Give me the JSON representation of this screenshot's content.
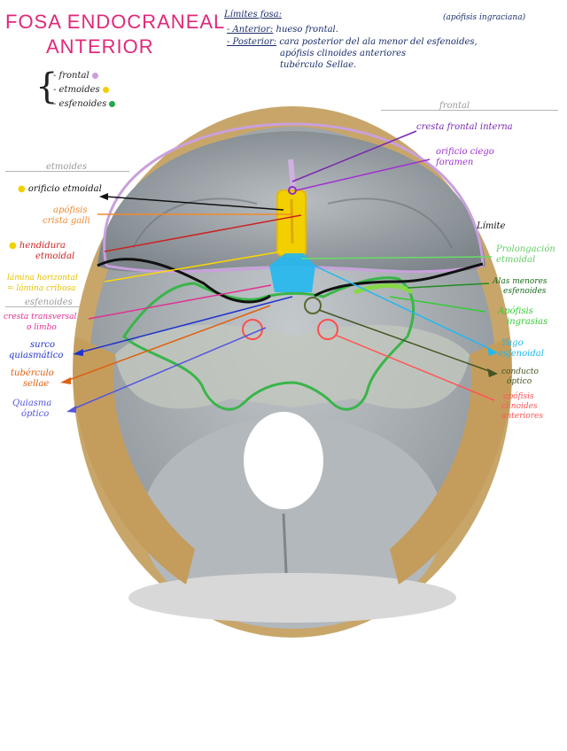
{
  "title": {
    "line1": "FOSA ENDOCRANEAL",
    "line2": "ANTERIOR"
  },
  "bones": [
    {
      "label": "- frontal",
      "color": "#c9a0dc"
    },
    {
      "label": "- etmoides",
      "color": "#f2d000"
    },
    {
      "label": "- esfenoides",
      "color": "#22aa44"
    }
  ],
  "limites": {
    "heading": "Límites fosa:",
    "anterior_key": "- Anterior:",
    "anterior_val": "hueso frontal.",
    "note": "(apófisis ingraciana)",
    "posterior_key": "- Posterior:",
    "posterior_val1": "cara posterior del ala menor del esfenoides,",
    "posterior_val2": "apófisis clinoides anteriores",
    "posterior_val3": "tubérculo Sellae."
  },
  "sections": {
    "etmoides": "etmoides",
    "esfenoides": "esfenoides",
    "frontal": "frontal"
  },
  "labels": {
    "orificio_etmoidal": "orificio etmoidal",
    "apofisis_crista_1": "apófisis",
    "apofisis_crista_2": "crista galli",
    "hendidura_1": "hendidura",
    "hendidura_2": "etmoidal",
    "lamina_1": "lámina horizontal",
    "lamina_2": "= lámina cribosa",
    "cresta_transversa_1": "cresta transversal",
    "cresta_transversa_2": "o limbo",
    "surco_1": "surco",
    "surco_2": "quiasmático",
    "tuberculo_1": "tubérculo",
    "tuberculo_2": "sellae",
    "quiasma_1": "Quiasma",
    "quiasma_2": "óptico",
    "cresta_frontal": "cresta frontal interna",
    "orificio_ciego_1": "orificio ciego",
    "orificio_ciego_2": "foramen",
    "limite": "Límite",
    "prolongacion_1": "Prolongación",
    "prolongacion_2": "etmoidal",
    "alas_menores_1": "Alas menores",
    "alas_menores_2": "esfenoides",
    "apofisis_ingrasias_1": "Apófisis",
    "apofisis_ingrasias_2": "ingrasias",
    "yugo_1": "Yugo",
    "yugo_2": "esfenoidal",
    "conducto_optico_1": "conducto",
    "conducto_optico_2": "óptico",
    "clinoides_1": "apófisis",
    "clinoides_2": "clinoides",
    "clinoides_3": "anteriores"
  },
  "colors": {
    "title": "#e0287a",
    "navy": "#1b2f6b",
    "frontal_outline": "#c9a0dc",
    "ethmoid_yellow": "#f2d000",
    "sphenoid_green": "#3aa63a",
    "crista_blue": "#22b8f0"
  }
}
